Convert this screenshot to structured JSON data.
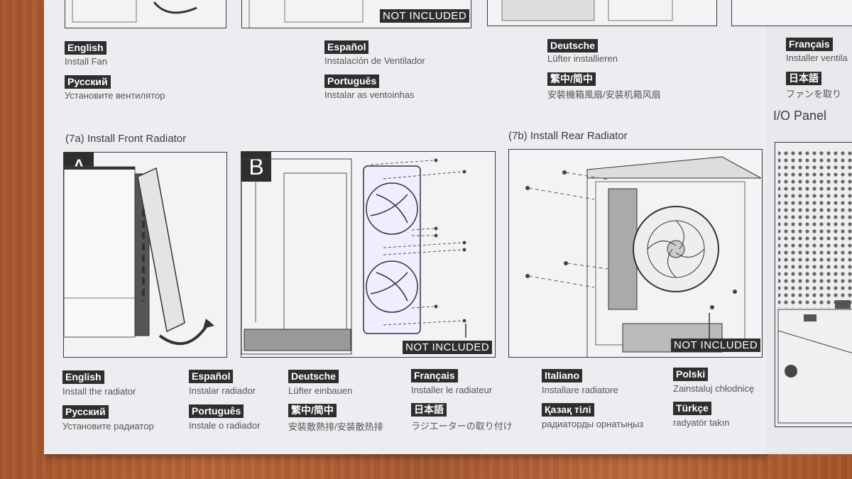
{
  "top_row": {
    "not_included": "NOT INCLUDED",
    "groups": [
      {
        "items": [
          {
            "lang": "English",
            "text": "Install Fan"
          },
          {
            "lang": "Русский",
            "text": "Установите вентилятор"
          }
        ]
      },
      {
        "items": [
          {
            "lang": "Español",
            "text": "Instalación de Ventilador"
          },
          {
            "lang": "Português",
            "text": "Instalar as ventoinhas"
          }
        ]
      },
      {
        "items": [
          {
            "lang": "Deutsche",
            "text": "Lüfter installieren"
          },
          {
            "lang": "繁中/简中",
            "text": "安裝機箱風扇/安装机箱风扇"
          }
        ]
      },
      {
        "items": [
          {
            "lang": "Français",
            "text": "Installer ventila"
          },
          {
            "lang": "日本語",
            "text": "ファンを取り"
          }
        ]
      }
    ]
  },
  "section_7a": {
    "title": "(7a) Install Front Radiator",
    "panel_a_letter": "A",
    "panel_b_letter": "B",
    "not_included": "NOT INCLUDED"
  },
  "section_7b": {
    "title": "(7b) Install Rear Radiator",
    "not_included": "NOT INCLUDED"
  },
  "io_panel": {
    "title": "I/O Panel"
  },
  "bottom_langs": [
    {
      "lang": "English",
      "text": "Install the radiator"
    },
    {
      "lang": "Русский",
      "text": "Установите радиатор"
    },
    {
      "lang": "Español",
      "text": "Instalar radiador"
    },
    {
      "lang": "Português",
      "text": "Instale o radiador"
    },
    {
      "lang": "Deutsche",
      "text": "Lüfter einbauen"
    },
    {
      "lang": "繁中/简中",
      "text": "安裝散熱排/安装散热排"
    },
    {
      "lang": "Français",
      "text": "Installer le radiateur"
    },
    {
      "lang": "日本語",
      "text": "ラジエーターの取り付け"
    },
    {
      "lang": "Italiano",
      "text": "Installare radiatore"
    },
    {
      "lang": "Қазақ тілі",
      "text": "радиаторды орнатыңыз"
    },
    {
      "lang": "Polski",
      "text": "Zainstaluj chłodnicę"
    },
    {
      "lang": "Türkçe",
      "text": "radyatör takın"
    }
  ]
}
